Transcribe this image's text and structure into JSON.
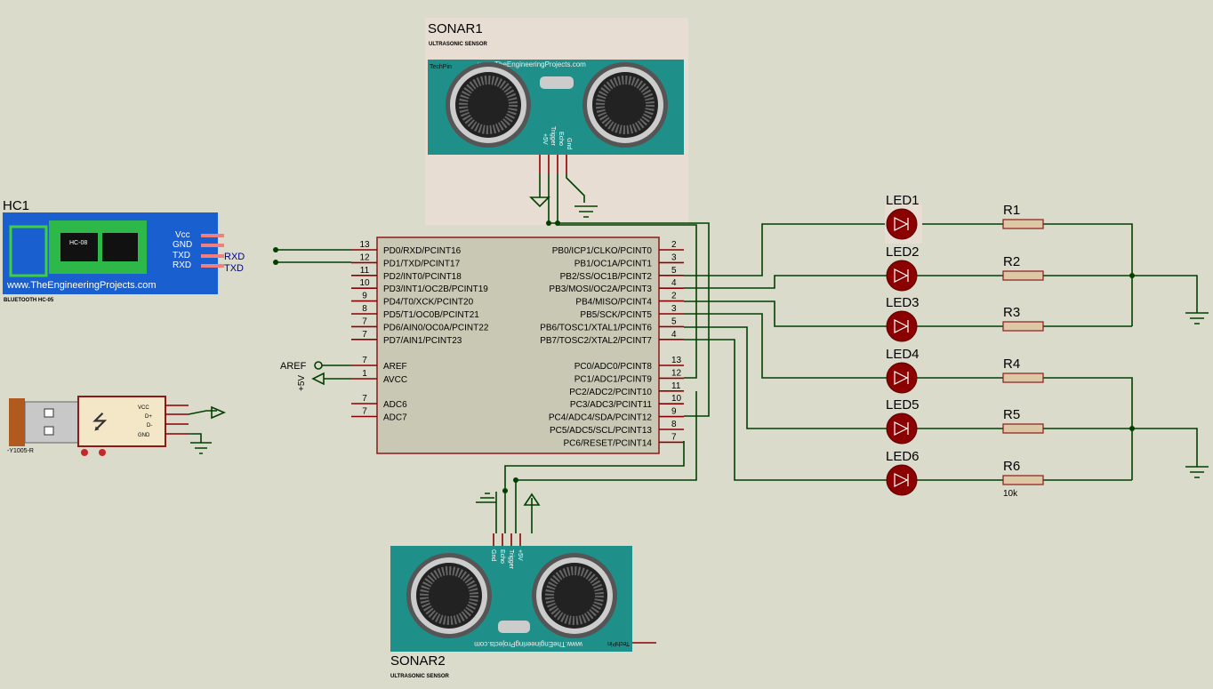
{
  "mcu": {
    "left_pins": [
      {
        "num": "13",
        "name": "PD0/RXD/PCINT16"
      },
      {
        "num": "12",
        "name": "PD1/TXD/PCINT17"
      },
      {
        "num": "11",
        "name": "PD2/INT0/PCINT18"
      },
      {
        "num": "10",
        "name": "PD3/INT1/OC2B/PCINT19"
      },
      {
        "num": "9",
        "name": "PD4/T0/XCK/PCINT20"
      },
      {
        "num": "8",
        "name": "PD5/T1/OC0B/PCINT21"
      },
      {
        "num": "7",
        "name": "PD6/AIN0/OC0A/PCINT22"
      },
      {
        "num": "7",
        "name": "PD7/AIN1/PCINT23"
      }
    ],
    "aux_pins": [
      {
        "num": "7",
        "name": "AREF"
      },
      {
        "num": "1",
        "name": "AVCC"
      },
      {
        "num": "7",
        "name": "ADC6"
      },
      {
        "num": "7",
        "name": "ADC7"
      }
    ],
    "right_pins": [
      {
        "num": "2",
        "name": "PB0/ICP1/CLKO/PCINT0"
      },
      {
        "num": "3",
        "name": "PB1/OC1A/PCINT1"
      },
      {
        "num": "5",
        "name": "PB2/SS/OC1B/PCINT2"
      },
      {
        "num": "4",
        "name": "PB3/MOSI/OC2A/PCINT3"
      },
      {
        "num": "2",
        "name": "PB4/MISO/PCINT4"
      },
      {
        "num": "3",
        "name": "PB5/SCK/PCINT5"
      },
      {
        "num": "5",
        "name": "PB6/TOSC1/XTAL1/PCINT6"
      },
      {
        "num": "4",
        "name": "PB7/TOSC2/XTAL2/PCINT7"
      }
    ],
    "right_pins_c": [
      {
        "num": "13",
        "name": "PC0/ADC0/PCINT8"
      },
      {
        "num": "12",
        "name": "PC1/ADC1/PCINT9"
      },
      {
        "num": "11",
        "name": "PC2/ADC2/PCINT10"
      },
      {
        "num": "10",
        "name": "PC3/ADC3/PCINT11"
      },
      {
        "num": "9",
        "name": "PC4/ADC4/SDA/PCINT12"
      },
      {
        "num": "8",
        "name": "PC5/ADC5/SCL/PCINT13"
      },
      {
        "num": "7",
        "name": "PC6/RESET/PCINT14"
      }
    ],
    "aref_label": "AREF",
    "power_label": "+5V"
  },
  "sonar1": {
    "name": "SONAR1",
    "type": "ULTRASONIC SENSOR",
    "brand": "www.TheEngineeringProjects.com",
    "tag": "TechPin",
    "pins": [
      "+5V",
      "Trigger",
      "Echo",
      "Gnd"
    ]
  },
  "sonar2": {
    "name": "SONAR2",
    "type": "ULTRASONIC SENSOR",
    "brand": "www.TheEngineeringProjects.com",
    "tag": "TechPin",
    "pins": [
      "Gnd",
      "Echo",
      "Trigger",
      "+5V"
    ]
  },
  "hc1": {
    "name": "HC1",
    "chip": "HC-08",
    "brand": "www.TheEngineeringProjects.com",
    "caption": "BLUETOOTH HC-05",
    "pins": [
      "Vcc",
      "GND",
      "TXD",
      "RXD"
    ],
    "net_rxd": "RXD",
    "net_txd": "TXD"
  },
  "usb": {
    "caption": "-Y1005-R",
    "pins": [
      "VCC",
      "D+",
      "D-",
      "GND"
    ]
  },
  "leds": [
    "LED1",
    "LED2",
    "LED3",
    "LED4",
    "LED5",
    "LED6"
  ],
  "resistors": [
    "R1",
    "R2",
    "R3",
    "R4",
    "R5",
    "R6"
  ],
  "resistor_value": "10k"
}
